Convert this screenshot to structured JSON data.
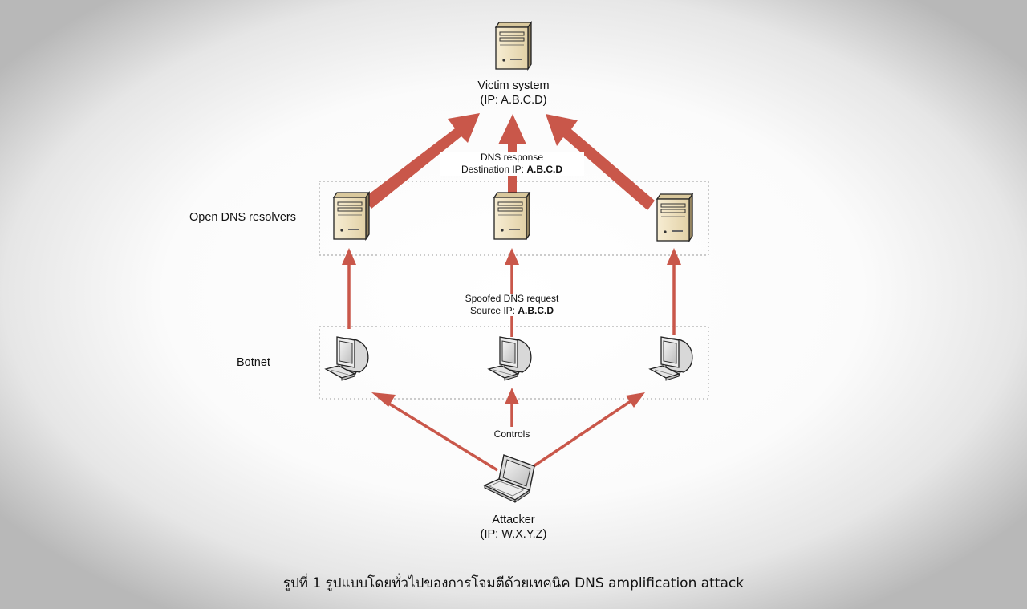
{
  "victim": {
    "label": "Victim system",
    "ip": "(IP: A.B.C.D)"
  },
  "resolvers": {
    "label": "Open DNS resolvers"
  },
  "botnet": {
    "label": "Botnet"
  },
  "attacker": {
    "label": "Attacker",
    "ip": "(IP: W.X.Y.Z)"
  },
  "dns_response": {
    "line1": "DNS response",
    "line2_prefix": "Destination IP: ",
    "line2_value": "A.B.C.D"
  },
  "spoofed_request": {
    "line1": "Spoofed DNS request",
    "line2_prefix": "Source IP: ",
    "line2_value": "A.B.C.D"
  },
  "controls": {
    "label": "Controls"
  },
  "caption": "รูปที่ 1 รูปแบบโดยทั่วไปของการโจมตีด้วยเทคนิค DNS amplification attack",
  "colors": {
    "arrow": "#c9574a",
    "server_body": "#efe2c0",
    "server_shade": "#b8a77e",
    "group_border": "#9a9a9a"
  }
}
